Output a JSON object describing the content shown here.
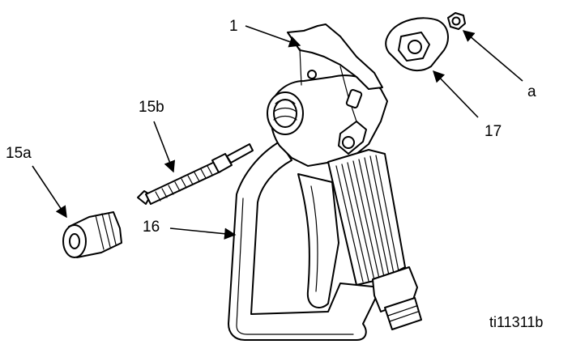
{
  "callouts": {
    "c1": "1",
    "c15b": "15b",
    "c15a": "15a",
    "c16": "16",
    "c17": "17",
    "ca": "a"
  },
  "figure_id": "ti11311b",
  "colors": {
    "line": "#000000",
    "background": "#ffffff"
  }
}
